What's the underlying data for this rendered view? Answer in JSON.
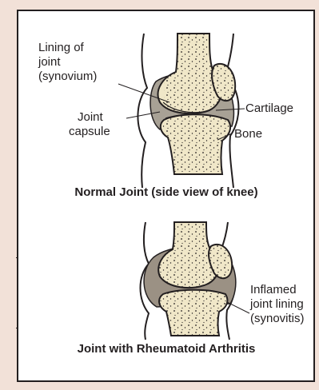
{
  "top_figure": {
    "labels": {
      "lining_line1": "Lining of",
      "lining_line2": "joint",
      "lining_line3": "(synovium)",
      "capsule_line1": "Joint",
      "capsule_line2": "capsule",
      "cartilage": "Cartilage",
      "bone": "Bone"
    },
    "caption": "Normal Joint (side view of knee)"
  },
  "bottom_figure": {
    "labels": {
      "inflamed_line1": "Inflamed",
      "inflamed_line2": "joint lining",
      "inflamed_line3": "(synovitis)"
    },
    "caption": "Joint with Rheumatoid Arthritis"
  },
  "colors": {
    "bone_fill": "#f0e7c8",
    "capsule_fill": "#a8a195",
    "inflamed_fill": "#9b9184",
    "outline": "#231f20",
    "background": "#f2e1d8"
  }
}
